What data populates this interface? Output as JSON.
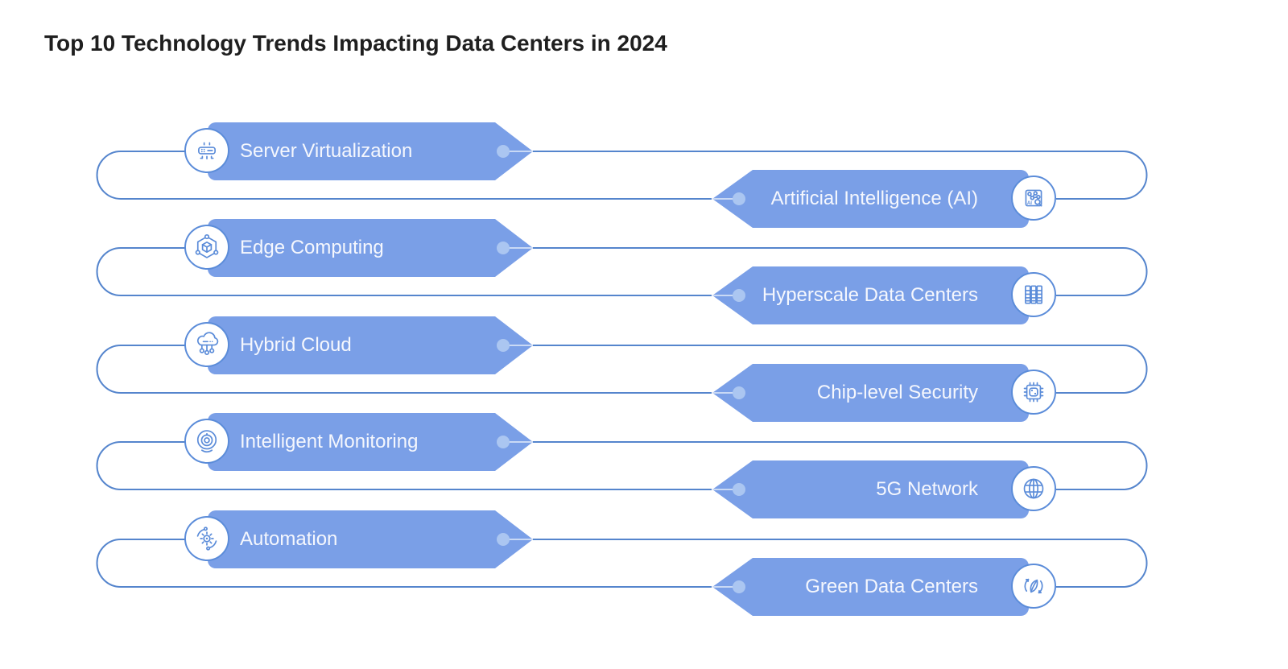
{
  "title": "Top 10 Technology Trends Impacting Data Centers in 2024",
  "colors": {
    "banner_fill": "#7a9fe7",
    "connector_line": "#5585cd",
    "node_dot": "#abc6f1",
    "tip_line": "#c9d9f5",
    "icon_stroke": "#5b8cd9",
    "label_text": "#f5f7fd",
    "title_text": "#1f1f1f"
  },
  "ai_icon_text": "AI",
  "pairs": [
    {
      "left": {
        "label": "Server Virtualization",
        "icon": "server-virtualization-icon"
      },
      "right": {
        "label": "Artificial Intelligence (AI)",
        "icon": "artificial-intelligence-icon"
      }
    },
    {
      "left": {
        "label": "Edge Computing",
        "icon": "edge-computing-icon"
      },
      "right": {
        "label": "Hyperscale Data Centers",
        "icon": "hyperscale-data-centers-icon"
      }
    },
    {
      "left": {
        "label": "Hybrid Cloud",
        "icon": "hybrid-cloud-icon"
      },
      "right": {
        "label": "Chip-level Security",
        "icon": "chip-level-security-icon"
      }
    },
    {
      "left": {
        "label": "Intelligent Monitoring",
        "icon": "intelligent-monitoring-icon"
      },
      "right": {
        "label": "5G Network",
        "icon": "5g-network-icon"
      }
    },
    {
      "left": {
        "label": "Automation",
        "icon": "automation-icon"
      },
      "right": {
        "label": "Green Data Centers",
        "icon": "green-data-centers-icon"
      }
    }
  ]
}
